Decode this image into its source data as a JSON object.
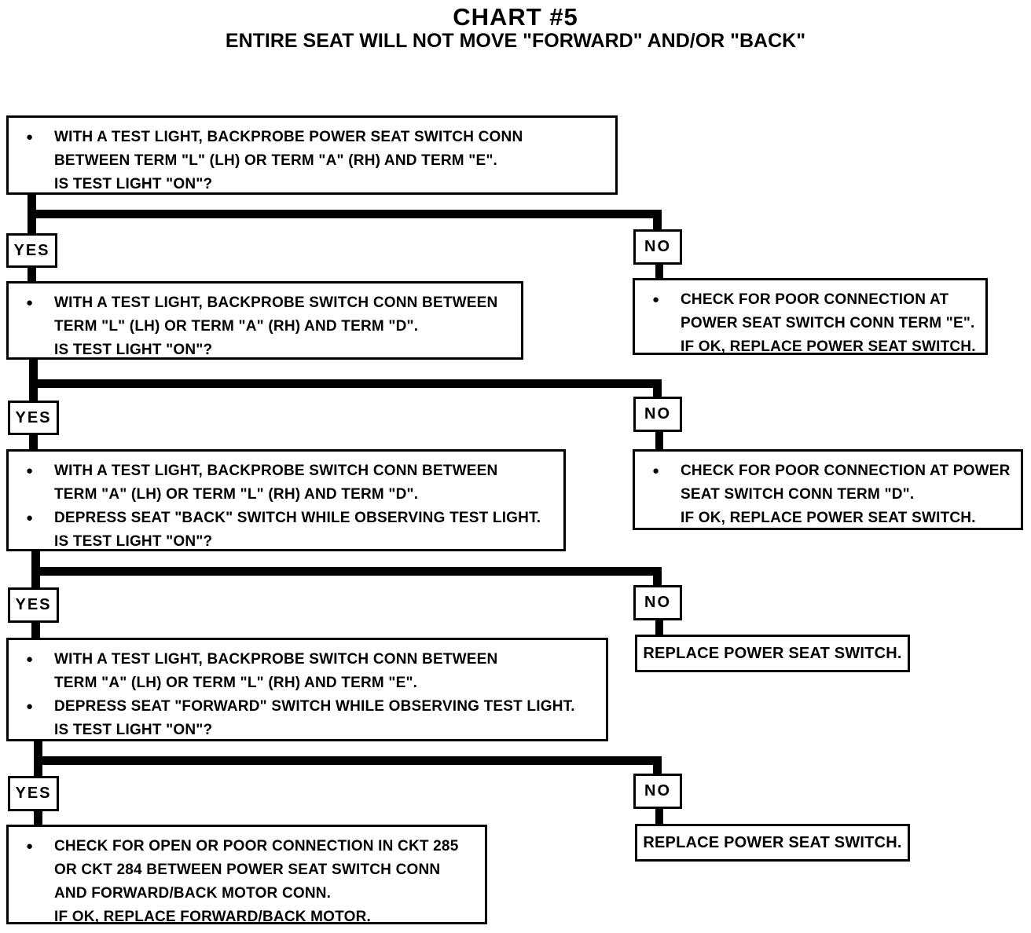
{
  "title": "CHART #5",
  "subtitle": "ENTIRE SEAT WILL NOT MOVE \"FORWARD\" AND/OR \"BACK\"",
  "glyphs": {
    "bullet": "●"
  },
  "labels": {
    "yes": "YES",
    "no": "NO"
  },
  "boxes": {
    "q1": {
      "items": [
        {
          "lines": [
            "WITH A TEST LIGHT, BACKPROBE POWER SEAT SWITCH CONN",
            "BETWEEN TERM \"L\" (LH) OR TERM \"A\" (RH) AND TERM \"E\".",
            "IS TEST LIGHT \"ON\"?"
          ]
        }
      ]
    },
    "r1": {
      "items": [
        {
          "lines": [
            "CHECK FOR POOR CONNECTION AT",
            "POWER SEAT SWITCH CONN TERM \"E\".",
            "IF OK, REPLACE POWER SEAT SWITCH."
          ]
        }
      ]
    },
    "q2": {
      "items": [
        {
          "lines": [
            "WITH A TEST LIGHT, BACKPROBE SWITCH CONN BETWEEN",
            "TERM \"L\" (LH) OR TERM \"A\" (RH) AND TERM \"D\".",
            "IS TEST LIGHT \"ON\"?"
          ]
        }
      ]
    },
    "r2": {
      "items": [
        {
          "lines": [
            "CHECK FOR POOR CONNECTION AT POWER",
            "SEAT SWITCH CONN TERM \"D\".",
            "IF OK, REPLACE POWER SEAT SWITCH."
          ]
        }
      ]
    },
    "q3": {
      "items": [
        {
          "lines": [
            "WITH A TEST LIGHT, BACKPROBE SWITCH CONN BETWEEN",
            "TERM \"A\" (LH) OR TERM \"L\" (RH) AND TERM \"D\"."
          ]
        },
        {
          "lines": [
            "DEPRESS SEAT \"BACK\" SWITCH WHILE OBSERVING TEST LIGHT.",
            "IS TEST LIGHT \"ON\"?"
          ]
        }
      ]
    },
    "r3": {
      "text": "REPLACE POWER SEAT SWITCH."
    },
    "q4": {
      "items": [
        {
          "lines": [
            "WITH A TEST LIGHT, BACKPROBE SWITCH CONN BETWEEN",
            "TERM \"A\" (LH) OR TERM \"L\" (RH) AND TERM \"E\"."
          ]
        },
        {
          "lines": [
            "DEPRESS SEAT \"FORWARD\" SWITCH WHILE OBSERVING TEST LIGHT.",
            "IS TEST LIGHT \"ON\"?"
          ]
        }
      ]
    },
    "r4": {
      "text": "REPLACE POWER SEAT SWITCH."
    },
    "q5": {
      "items": [
        {
          "lines": [
            "CHECK FOR OPEN OR POOR CONNECTION IN CKT 285",
            "OR CKT 284 BETWEEN POWER SEAT SWITCH CONN",
            "AND FORWARD/BACK MOTOR CONN.",
            "IF OK, REPLACE FORWARD/BACK MOTOR."
          ]
        }
      ]
    }
  }
}
